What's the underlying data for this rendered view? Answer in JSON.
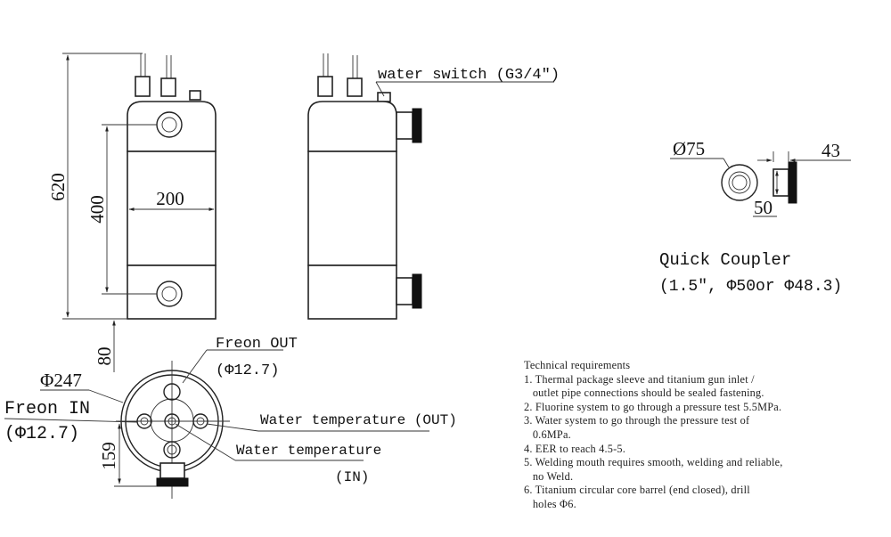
{
  "front_view": {
    "dim_height_total": "620",
    "dim_height_ports": "400",
    "dim_width": "200",
    "dim_bottom": "80"
  },
  "side_view": {
    "water_switch_label": "water switch (G3/4″)"
  },
  "quick_coupler": {
    "dim_diameter": "Ø75",
    "dim_length": "43",
    "dim_height": "50",
    "title": "Quick Coupler",
    "spec": "(1.5″, Φ50or Φ48.3)"
  },
  "bottom_view": {
    "freon_out": "Freon OUT",
    "freon_out_size": "(Φ12.7)",
    "diameter": "Φ247",
    "freon_in": "Freon IN",
    "freon_in_size": "(Φ12.7)",
    "dim_159": "159",
    "water_temp_out": "Water temperature (OUT)",
    "water_temp_in": "Water temperature",
    "water_temp_in_suffix": "(IN)"
  },
  "technical_requirements": {
    "title": "Technical requirements",
    "items": [
      "1. Thermal package sleeve and titanium gun inlet /",
      "   outlet pipe connections should be sealed fastening.",
      "2. Fluorine system to go through a pressure test 5.5MPa.",
      "3. Water system to go through the pressure test of",
      "   0.6MPa.",
      "4. EER to reach 4.5-5.",
      "5. Welding mouth requires smooth, welding and reliable,",
      "   no Weld.",
      "6. Titanium circular core barrel (end closed), drill",
      "   holes Φ6."
    ]
  }
}
